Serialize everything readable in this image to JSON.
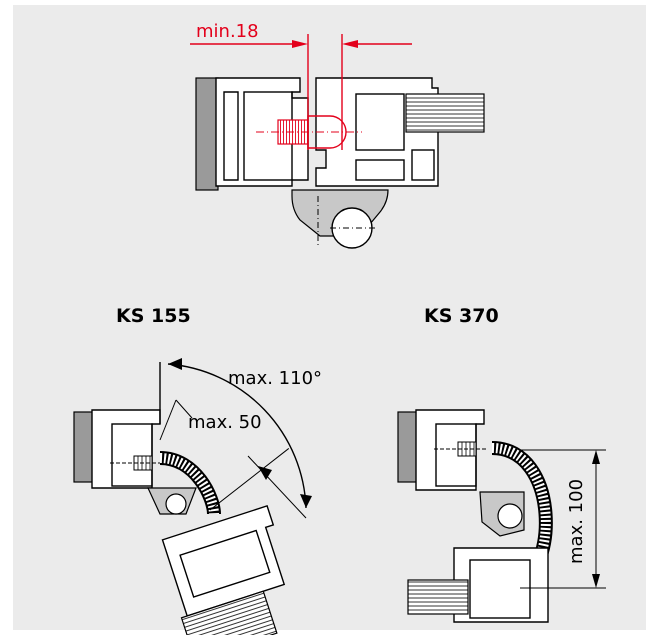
{
  "top_diagram": {
    "dimension_label": "min.18"
  },
  "left_diagram": {
    "title": "KS 155",
    "angle_label": "max. 110°",
    "distance_label": "max. 50"
  },
  "right_diagram": {
    "title": "KS 370",
    "height_label": "max. 100"
  },
  "colors": {
    "accent": "#e3001b",
    "panel": "#ebebeb",
    "frame_gray": "#9a9a9a"
  }
}
